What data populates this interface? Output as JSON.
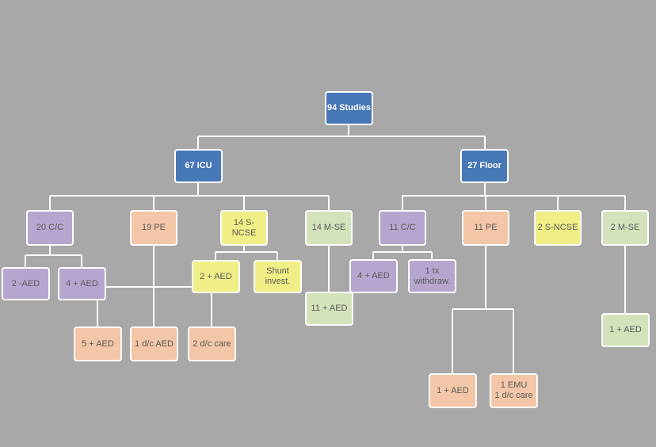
{
  "diagram": {
    "root": "94 Studies",
    "icu": "67 ICU",
    "floor": "27 Floor",
    "icu_children": {
      "cc": "20 C/C",
      "pe": "19 PE",
      "sncse": "14 S-NCSE",
      "mse": "14 M-SE"
    },
    "floor_children": {
      "cc": "11 C/C",
      "pe": "11 PE",
      "sncse": "2 S-NCSE",
      "mse": "2 M-SE"
    },
    "icu_leaves": {
      "cc_neg_aed": "2 -AED",
      "cc_pos_aed": "4 + AED",
      "sncse_pos_aed": "2 + AED",
      "shunt": "Shunt\ninvest.",
      "mse_pos_aed": "11 + AED",
      "five_aed": "5 + AED",
      "dc_aed": "1 d/c AED",
      "dc_care": "2 d/c care"
    },
    "floor_leaves": {
      "cc_pos_aed": "4 + AED",
      "tx_withdraw": "1 tx\nwithdraw.",
      "pe_pos_aed": "1 + AED",
      "emu": "1 EMU\n1 d/c care",
      "mse_pos_aed": "1 + AED"
    },
    "colors": {
      "background": "#a8a8a8",
      "blue": "#4677b6",
      "purple": "#b6a6cf",
      "orange": "#f2c6a6",
      "yellow": "#f0ee86",
      "green": "#d4e2bc"
    }
  }
}
